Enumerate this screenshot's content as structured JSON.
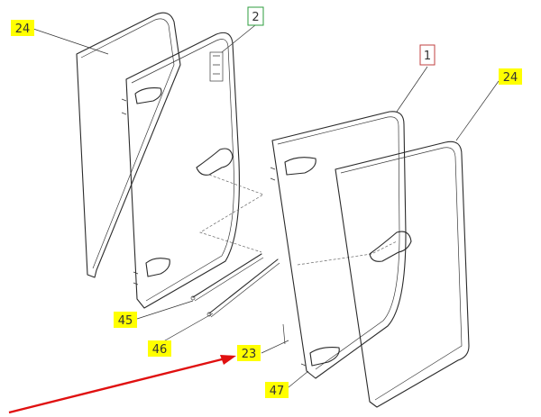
{
  "callouts": [
    {
      "id": "c24a",
      "text": "24",
      "style": "yellow"
    },
    {
      "id": "c2",
      "text": "2",
      "style": "green-box"
    },
    {
      "id": "c1",
      "text": "1",
      "style": "red-box"
    },
    {
      "id": "c24b",
      "text": "24",
      "style": "yellow"
    },
    {
      "id": "c45",
      "text": "45",
      "style": "yellow"
    },
    {
      "id": "c46",
      "text": "46",
      "style": "yellow"
    },
    {
      "id": "c23",
      "text": "23",
      "style": "yellow"
    },
    {
      "id": "c47",
      "text": "47",
      "style": "yellow"
    }
  ],
  "colors": {
    "highlight": "#ffff00",
    "green_box": "#2e9e3e",
    "red_box": "#c04040",
    "arrow": "#e01010",
    "line": "#2b2b2b"
  }
}
